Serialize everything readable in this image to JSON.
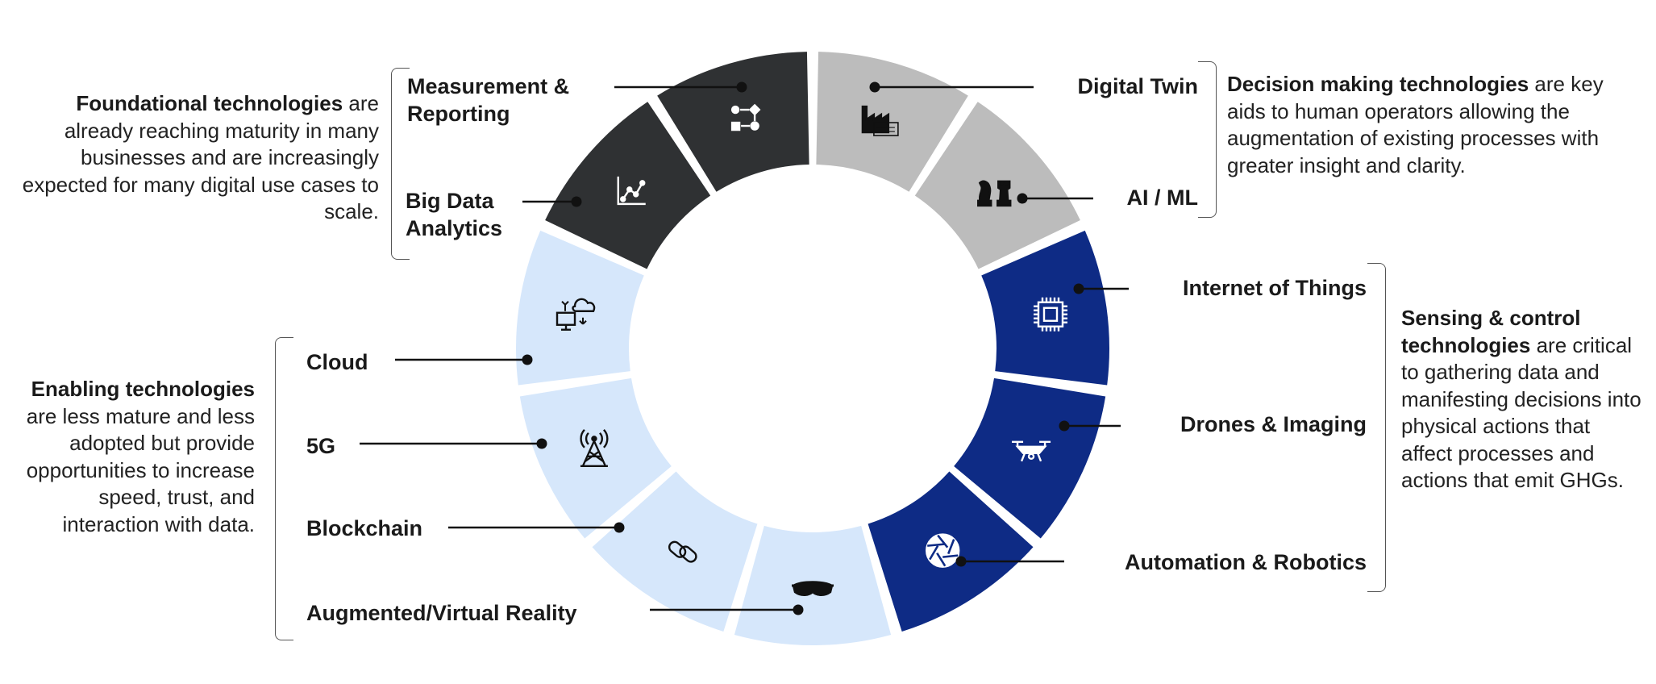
{
  "segments": [
    {
      "id": "measurement",
      "label": "Measurement &\nReporting",
      "icon": "flow-diagram-icon",
      "color": "#2f3133"
    },
    {
      "id": "bigdata",
      "label": "Big Data\nAnalytics",
      "icon": "line-chart-icon",
      "color": "#2f3133"
    },
    {
      "id": "digitaltwin",
      "label": "Digital Twin",
      "icon": "factory-icon",
      "color": "#bcbcbc"
    },
    {
      "id": "aiml",
      "label": "AI / ML",
      "icon": "chess-pieces-icon",
      "color": "#bcbcbc"
    },
    {
      "id": "iot",
      "label": "Internet of Things",
      "icon": "microchip-icon",
      "color": "#0e2b85"
    },
    {
      "id": "drones",
      "label": "Drones & Imaging",
      "icon": "drone-icon",
      "color": "#0e2b85"
    },
    {
      "id": "automation",
      "label": "Automation & Robotics",
      "icon": "aperture-icon",
      "color": "#0e2b85"
    },
    {
      "id": "arvr",
      "label": "Augmented/Virtual Reality",
      "icon": "vr-headset-icon",
      "color": "#d6e7fb"
    },
    {
      "id": "blockchain",
      "label": "Blockchain",
      "icon": "chain-link-icon",
      "color": "#d6e7fb"
    },
    {
      "id": "fiveg",
      "label": "5G",
      "icon": "cell-tower-icon",
      "color": "#d6e7fb"
    },
    {
      "id": "cloud",
      "label": "Cloud",
      "icon": "cloud-computer-icon",
      "color": "#d6e7fb"
    }
  ],
  "groups": {
    "foundational": {
      "bold": "Foundational technologies",
      "rest": " are already reaching maturity in many businesses and are increasingly expected for many digital use cases to scale."
    },
    "decision": {
      "bold": "Decision making technologies",
      "rest": " are key aids to human operators allowing the augmentation of existing processes with greater insight and clarity."
    },
    "sensing": {
      "bold": "Sensing & control technologies",
      "rest": " are critical to gathering data and manifesting decisions into physical actions that affect processes and actions that emit GHGs."
    },
    "enabling": {
      "bold": "Enabling technologies",
      "rest": " are less mature and less adopted but provide opportunities to increase speed, trust, and interaction with data."
    }
  }
}
